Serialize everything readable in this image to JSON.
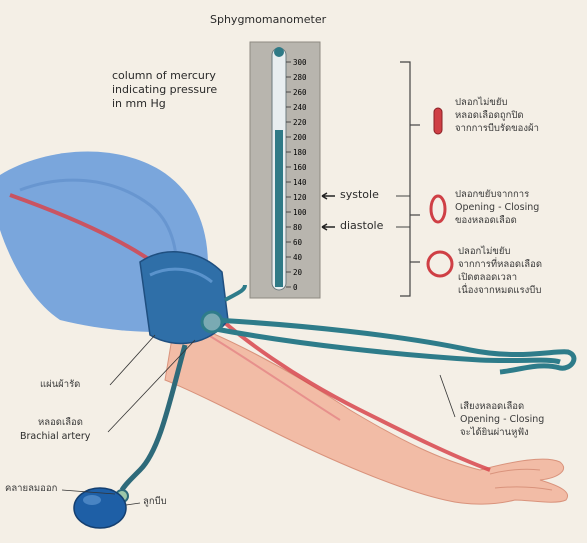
{
  "title": "Sphygmomanometer",
  "mercury_label": [
    "column of mercury",
    "indicating pressure",
    "in mm Hg"
  ],
  "scale_ticks": [
    "300",
    "280",
    "260",
    "240",
    "220",
    "200",
    "180",
    "160",
    "140",
    "120",
    "100",
    "80",
    "60",
    "40",
    "20",
    "0"
  ],
  "markers": {
    "systole": "systole",
    "diastole": "diastole"
  },
  "artery_states": [
    {
      "lines": [
        "ปลอกไม่ขยับ",
        "หลอดเลือดถูกปิด",
        "จากการบีบรัดของผ้า"
      ],
      "icon": "closed-artery-icon"
    },
    {
      "lines": [
        "ปลอกขยับจากการ",
        "Opening - Closing",
        "ของหลอดเลือด"
      ],
      "icon": "partly-open-artery-icon"
    },
    {
      "lines": [
        "ปลอกไม่ขยับ",
        "จากการที่หลอดเลือด",
        "เปิดตลอดเวลา",
        "เนื่องจากหมดแรงบีบ"
      ],
      "icon": "open-artery-icon"
    }
  ],
  "parts": {
    "cuff": "แผ่นผ้ารัด",
    "artery": [
      "หลอดเลือด",
      "Brachial artery"
    ],
    "valve": "คลายลมออก",
    "bulb": "ลูกบีบ",
    "sound": [
      "เสียงหลอดเลือด",
      "Opening - Closing",
      "จะได้ยินผ่านหูฟัง"
    ]
  },
  "colors": {
    "mercury": "#2f7a86",
    "cuff": "#2f6fa8",
    "tube": "#2e7c8a",
    "artery": "#d7454c",
    "skin": "#f0b9a3",
    "sleeve": "#6f9fd8"
  }
}
